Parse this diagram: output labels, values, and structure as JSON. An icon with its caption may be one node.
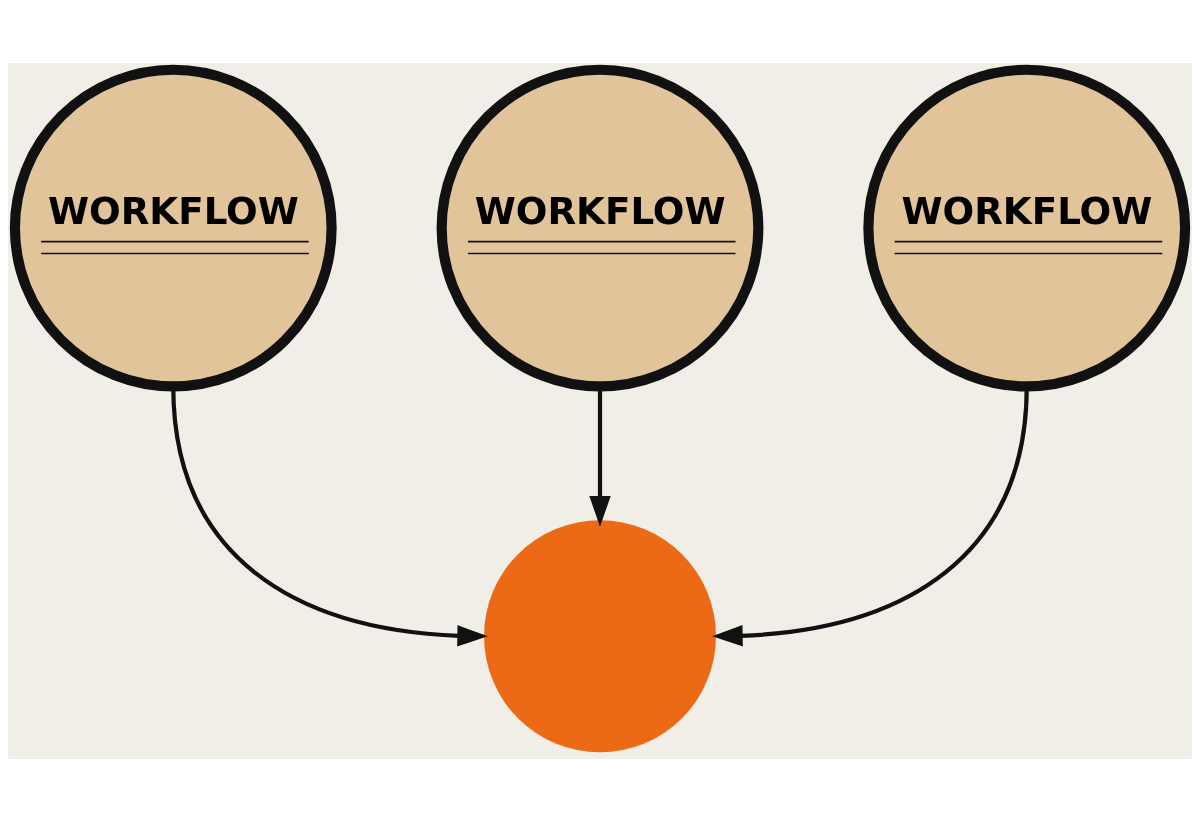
{
  "diagram": {
    "nodes": [
      {
        "text": [
          "WORKFLOW"
        ]
      },
      {
        "text": [
          "WORKFLOW"
        ]
      },
      {
        "text": [
          "WORKFLOW"
        ]
      },
      {
        "text": [],
        "shape": "circle"
      }
    ],
    "edges": [
      {
        "from": 0,
        "to": 3,
        "arrow": "to"
      },
      {
        "from": 1,
        "to": 3,
        "arrow": "to"
      },
      {
        "from": 2,
        "to": 3,
        "arrow": "to"
      }
    ]
  }
}
